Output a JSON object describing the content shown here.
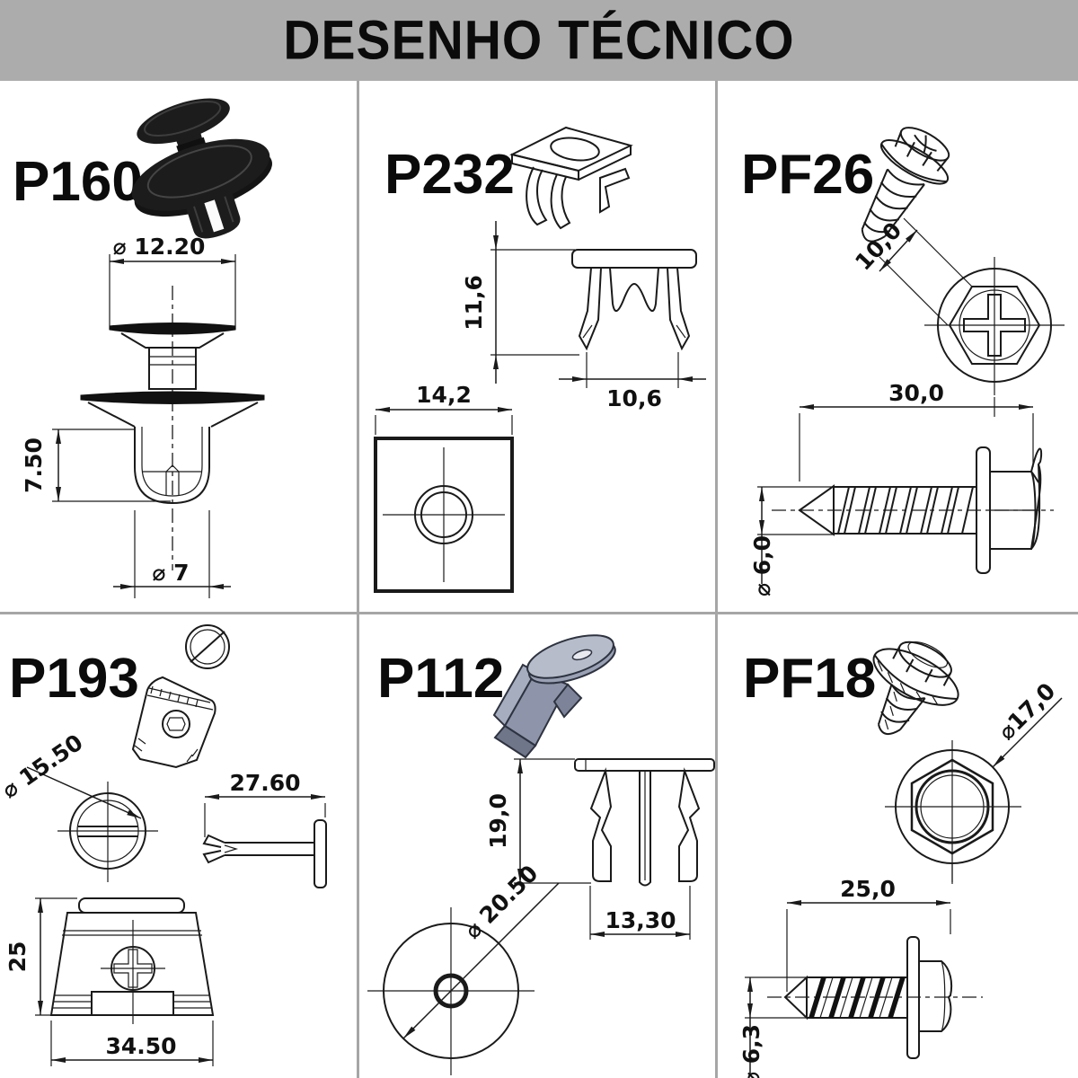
{
  "title": "DESENHO TÉCNICO",
  "theme": {
    "header_bg": "#acacac",
    "grid_line": "#a6a6a6",
    "drawing_line": "#1a1a1a",
    "render_black": "#1c1c1c",
    "render_blue_gray": "#8e95aa"
  },
  "parts": [
    {
      "code": "P160",
      "dims": {
        "head": "⌀ 12.20",
        "legs": "7.50",
        "shank": "⌀ 7"
      }
    },
    {
      "code": "P232",
      "dims": {
        "height": "11,6",
        "plate": "14,2",
        "base": "10,6"
      }
    },
    {
      "code": "PF26",
      "dims": {
        "head": "10,0",
        "length": "30,0",
        "thread": "⌀ 6,0"
      }
    },
    {
      "code": "P193",
      "dims": {
        "cap": "⌀ 15.50",
        "pin": "27.60",
        "height": "25",
        "base": "34.50"
      }
    },
    {
      "code": "P112",
      "dims": {
        "height": "19,0",
        "flange": "⌀ 20.50",
        "body": "13,30"
      }
    },
    {
      "code": "PF18",
      "dims": {
        "washer": "⌀17,0",
        "length": "25,0",
        "thread": "⌀ 6,3"
      }
    }
  ]
}
